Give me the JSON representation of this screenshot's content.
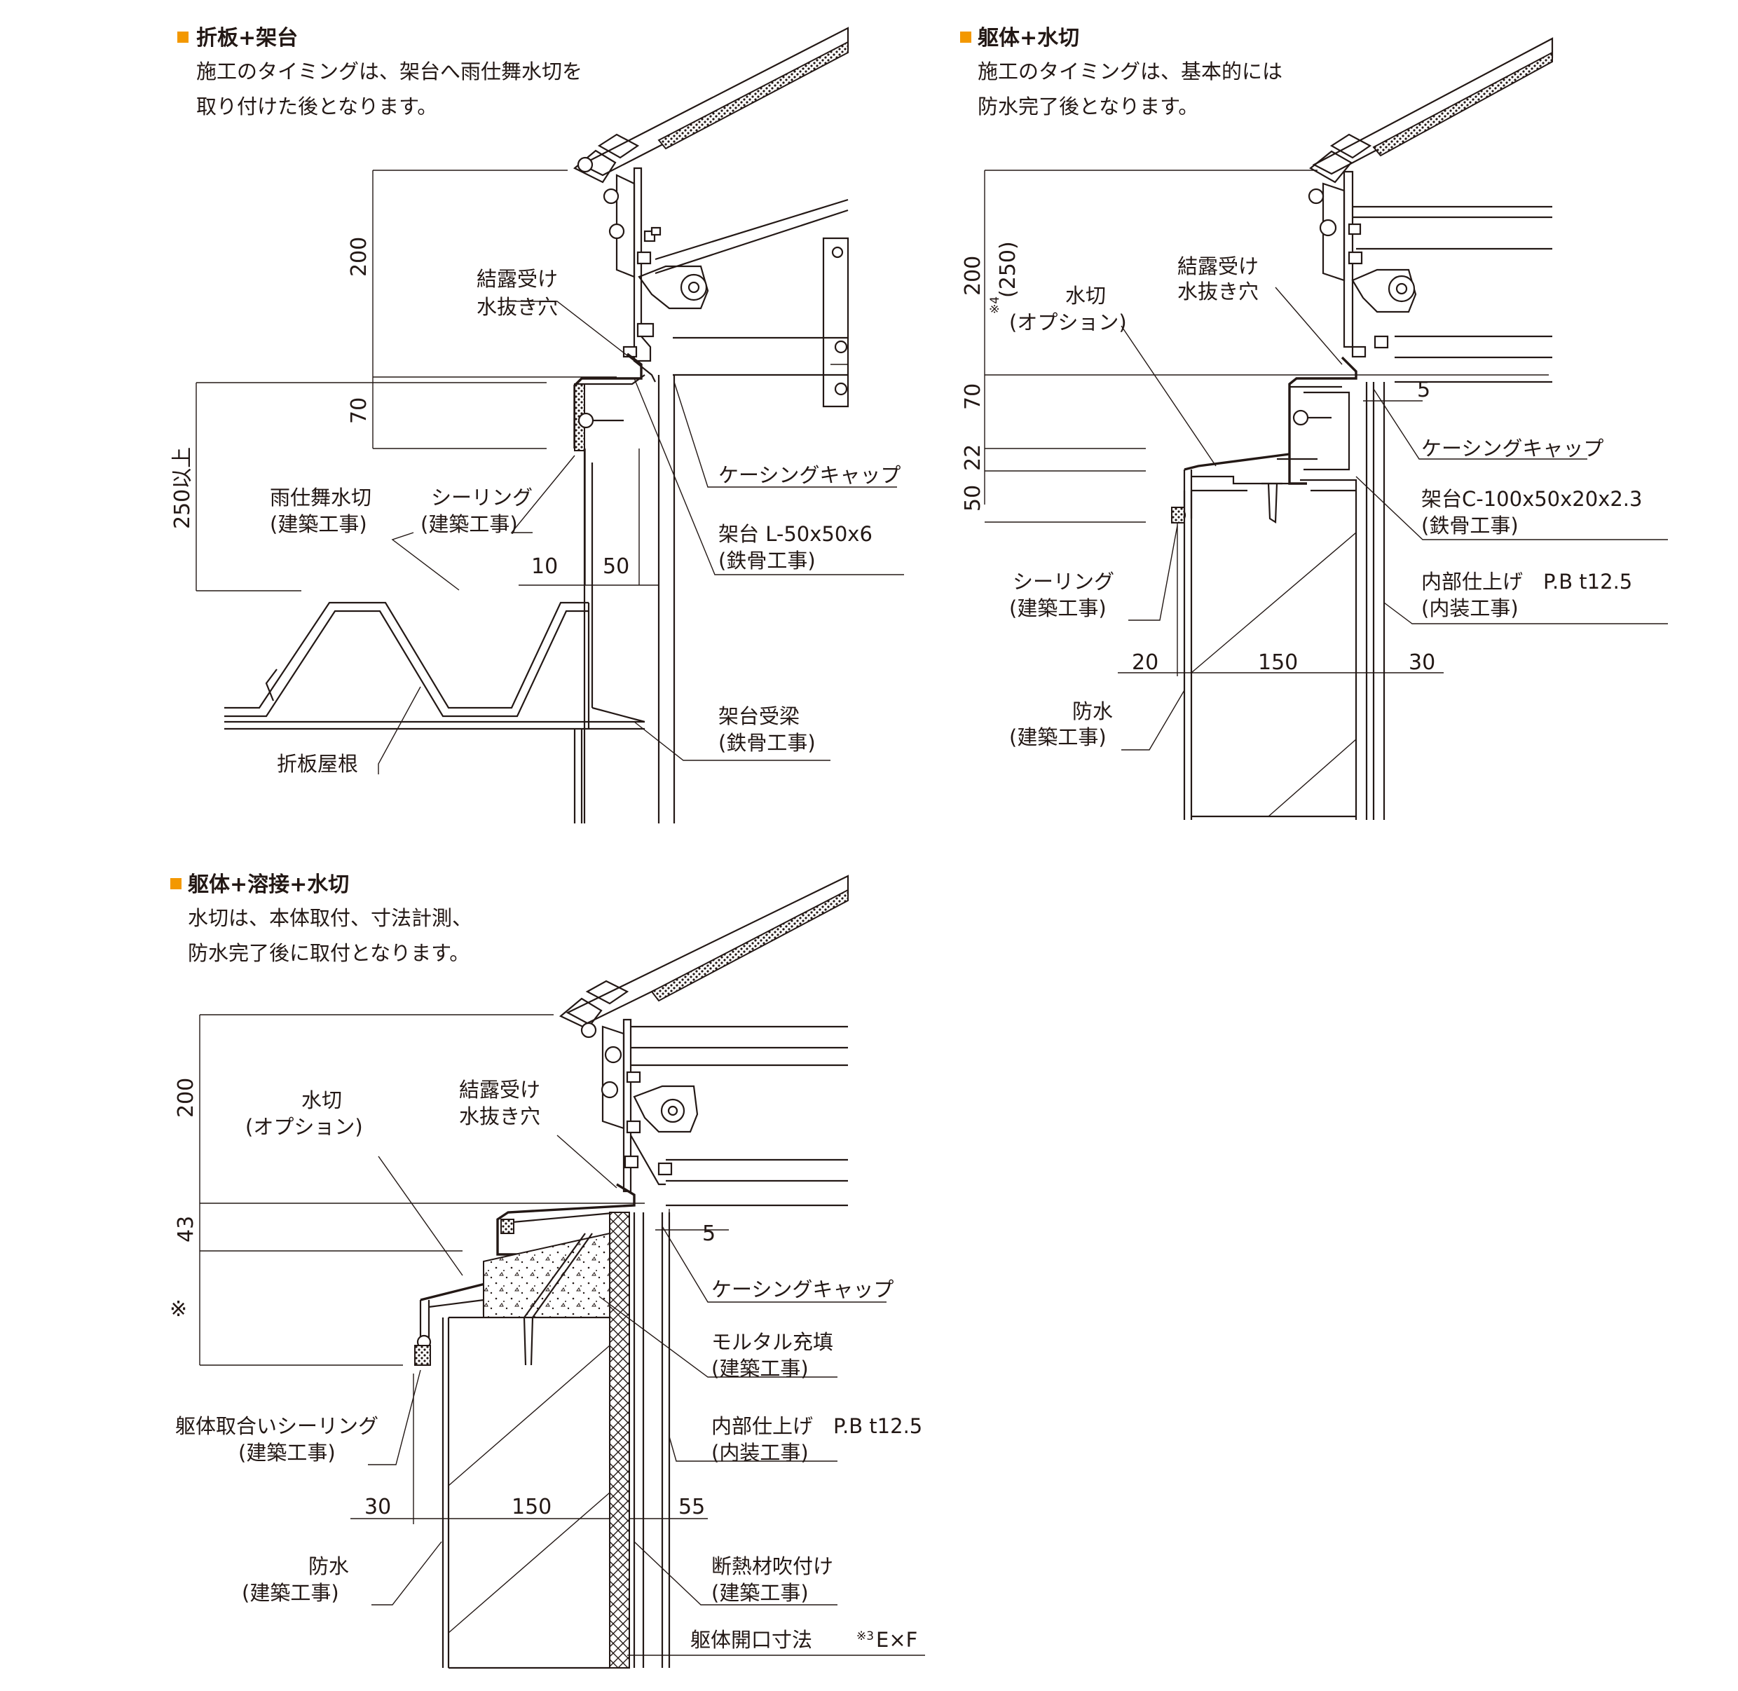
{
  "colors": {
    "accent": "#f39800",
    "ink": "#231815"
  },
  "panel_a": {
    "heading": "折板+架台",
    "desc_1": "施工のタイミングは、架台へ雨仕舞水切を",
    "desc_2": "取り付けた後となります。",
    "dim_200": "200",
    "dim_70": "70",
    "dim_250": "250以上",
    "dim_10": "10",
    "dim_50": "50",
    "label_condensation_1": "結露受け",
    "label_condensation_2": "水抜き穴",
    "label_flashing_1": "雨仕舞水切",
    "label_flashing_2": "(建築工事)",
    "label_sealing_1": "シーリング",
    "label_sealing_2": "(建築工事)",
    "label_casing": "ケーシングキャップ",
    "label_frame_1": "架台 L-50x50x6",
    "label_frame_2": "(鉄骨工事)",
    "label_beam_1": "架台受梁",
    "label_beam_2": "(鉄骨工事)",
    "label_roof": "折板屋根"
  },
  "panel_b": {
    "heading": "躯体+水切",
    "desc_1": "施工のタイミングは、基本的には",
    "desc_2": "防水完了後となります。",
    "dim_200": "200",
    "dim_250": "(250)",
    "note_4": "※4",
    "dim_70": "70",
    "dim_22": "22",
    "dim_50": "50",
    "dim_5": "5",
    "dim_20": "20",
    "dim_150": "150",
    "dim_30": "30",
    "label_condensation_1": "結露受け",
    "label_condensation_2": "水抜き穴",
    "label_drip_1": "水切",
    "label_drip_2": "(オプション)",
    "label_casing": "ケーシングキャップ",
    "label_frame_1": "架台C-100x50x20x2.3",
    "label_frame_2": "(鉄骨工事)",
    "label_interior_1": "内部仕上げ　P.B t12.5",
    "label_interior_2": "(内装工事)",
    "label_sealing_1": "シーリング",
    "label_sealing_2": "(建築工事)",
    "label_waterproof_1": "防水",
    "label_waterproof_2": "(建築工事)"
  },
  "panel_c": {
    "heading": "躯体+溶接+水切",
    "desc_1": "水切は、本体取付、寸法計測、",
    "desc_2": "防水完了後に取付となります。",
    "dim_200": "200",
    "dim_43": "43",
    "dim_note": "※",
    "dim_5": "5",
    "dim_30": "30",
    "dim_150": "150",
    "dim_55": "55",
    "label_drip_1": "水切",
    "label_drip_2": "(オプション)",
    "label_condensation_1": "結露受け",
    "label_condensation_2": "水抜き穴",
    "label_casing": "ケーシングキャップ",
    "label_mortar_1": "モルタル充填",
    "label_mortar_2": "(建築工事)",
    "label_interior_1": "内部仕上げ　P.B t12.5",
    "label_interior_2": "(内装工事)",
    "label_body_seal_1": "躯体取合いシーリング",
    "label_body_seal_2": "(建築工事)",
    "label_waterproof_1": "防水",
    "label_waterproof_2": "(建築工事)",
    "label_insulation_1": "断熱材吹付け",
    "label_insulation_2": "(建築工事)",
    "label_opening": "躯体開口寸法",
    "note_3": "※3",
    "label_ef": "E×F"
  }
}
